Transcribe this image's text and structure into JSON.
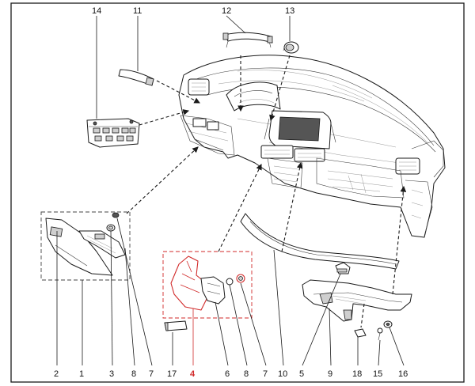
{
  "diagram": {
    "accent_color": "#d12a2a",
    "line_color": "#1a1a1a",
    "highlighted_part": "4",
    "callouts_top": [
      "14",
      "11",
      "12",
      "13"
    ],
    "callouts_bottom": [
      "2",
      "1",
      "3",
      "8",
      "7",
      "17",
      "4",
      "6",
      "8",
      "7",
      "10",
      "5",
      "9",
      "18",
      "15",
      "16"
    ]
  }
}
